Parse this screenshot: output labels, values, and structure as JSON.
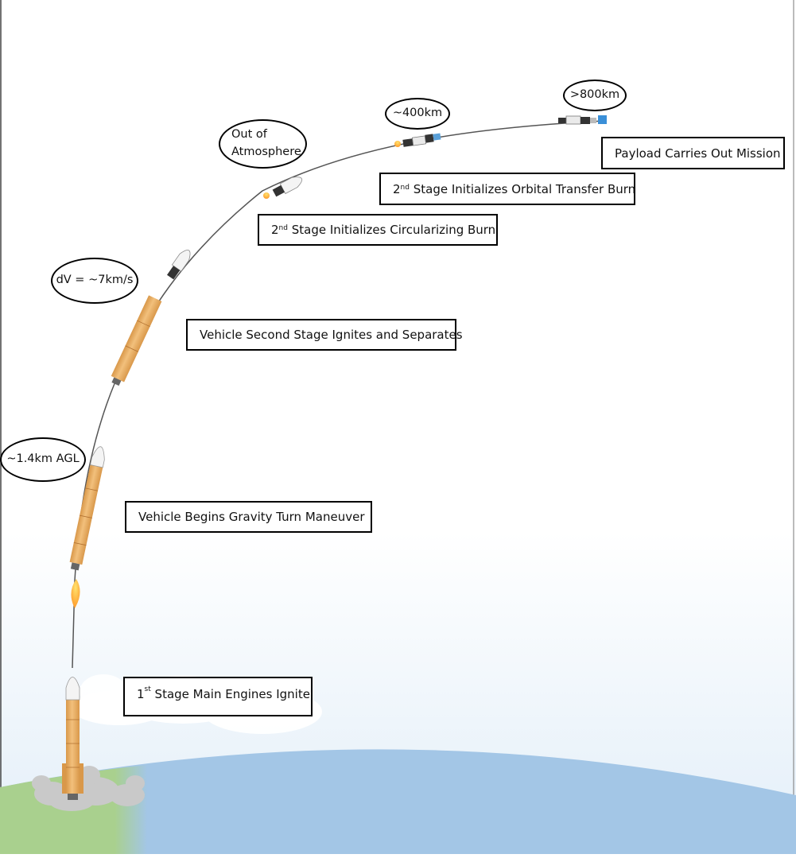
{
  "colors": {
    "sky_top": "#ffffff",
    "sky_bottom": "#e2eef8",
    "ocean": "#a3c6e6",
    "land": "#a9d08e",
    "cloud": "#ffffff",
    "smoke": "#c9c9c9",
    "rocket_body": "#f2c07c",
    "rocket_shadow": "#d9984a",
    "fairing": "#f4f4f4",
    "flame_outer": "#ff9a2a",
    "flame_inner": "#ffe36e",
    "trajectory": "#555555",
    "box_border": "#000000"
  },
  "annotations": {
    "stage1_ignite": {
      "number": "1",
      "suffix": "st",
      "text": "Stage Main Engines Ignite"
    },
    "gravity_turn": {
      "text": "Vehicle Begins Gravity Turn Maneuver"
    },
    "second_stage_separates": {
      "text": "Vehicle Second Stage Ignites and Separates"
    },
    "circularizing_burn": {
      "number": "2",
      "suffix": "nd",
      "text": "Stage Initializes Circularizing Burn"
    },
    "orbital_transfer_burn": {
      "number": "2",
      "suffix": "nd",
      "text": "Stage Initializes Orbital Transfer Burn"
    },
    "payload_mission": {
      "text": "Payload Carries Out Mission"
    }
  },
  "ovals": {
    "agl": {
      "line1": "~1.4km AGL",
      "line2": ""
    },
    "delta_v": {
      "line1": "dV = ~7km/s",
      "line2": ""
    },
    "atmosphere": {
      "line1": "Out of",
      "line2": "Atmosphere"
    },
    "altitude_400": {
      "line1": "~400km",
      "line2": ""
    },
    "altitude_800": {
      "line1": ">800km",
      "line2": ""
    }
  },
  "icons": {
    "launch_rocket": "rocket-on-pad-icon",
    "ascending_rocket": "rocket-ascending-icon",
    "separating_rocket": "rocket-separation-icon",
    "upper_stage": "upper-stage-icon",
    "payload": "satellite-payload-icon"
  }
}
